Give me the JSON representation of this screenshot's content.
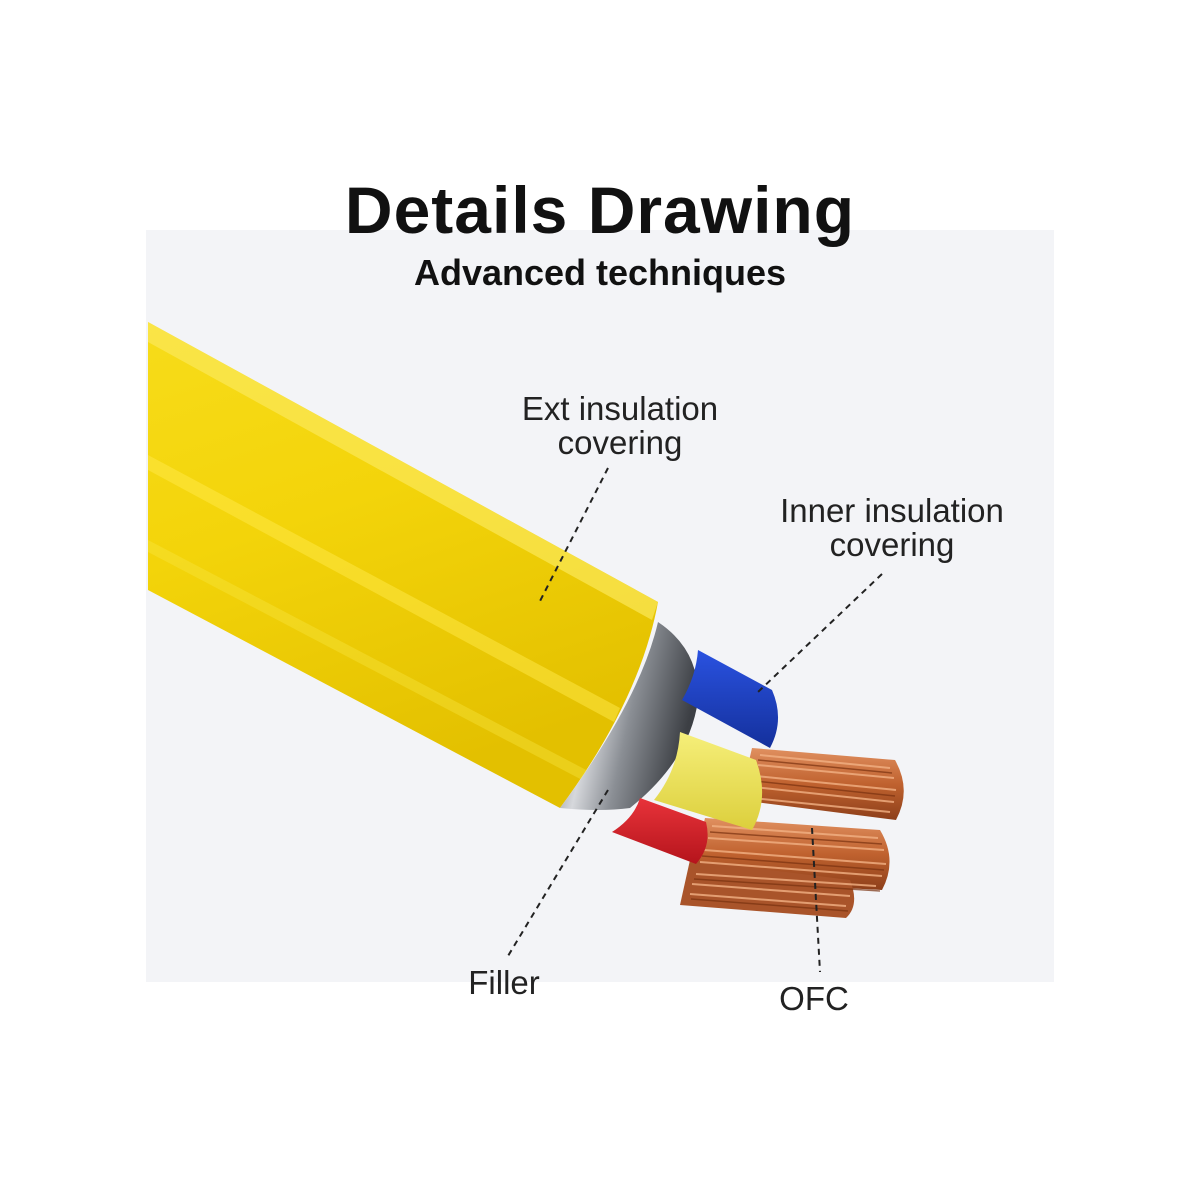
{
  "title": "Details Drawing",
  "subtitle": "Advanced techniques",
  "labels": {
    "ext_line1": "Ext insulation",
    "ext_line2": "covering",
    "inner_line1": "Inner insulation",
    "inner_line2": "covering",
    "filler": "Filler",
    "ofc": "OFC"
  },
  "colors": {
    "jacket": "#f5d90a",
    "filler": "#a7aaae",
    "blue_core": "#1d3fc8",
    "yellow_core": "#efe55a",
    "red_core": "#d8222a",
    "copper": "#c2693a"
  }
}
